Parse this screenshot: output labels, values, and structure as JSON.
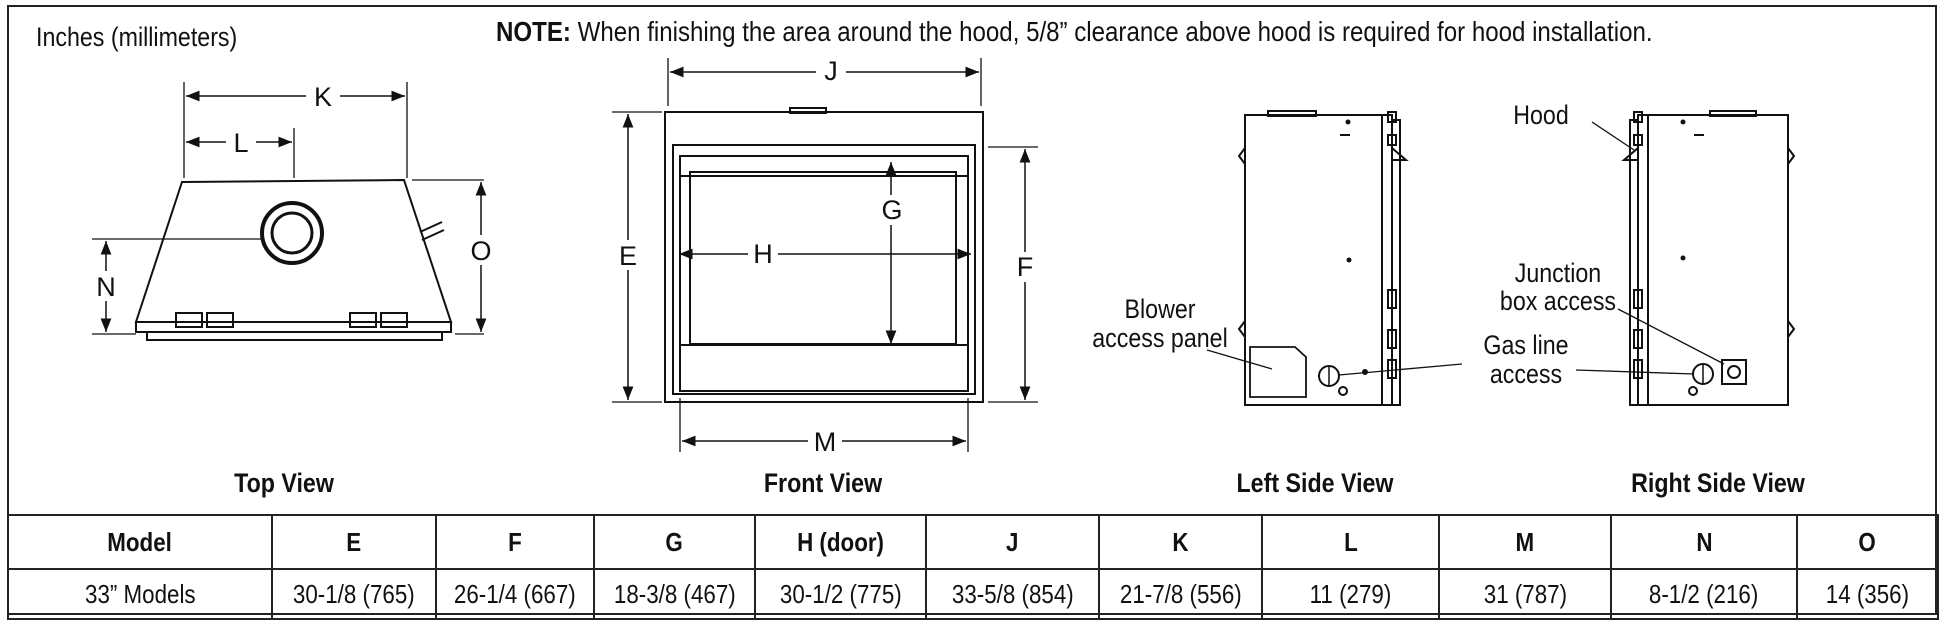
{
  "units_label": "Inches (millimeters)",
  "note": {
    "prefix": "NOTE:",
    "text": " When finishing the area around the hood, 5/8” clearance above hood is required for hood installation."
  },
  "views": [
    {
      "title": "Top View"
    },
    {
      "title": "Front View"
    },
    {
      "title": "Left Side View"
    },
    {
      "title": "Right Side View"
    }
  ],
  "dimension_letters": {
    "top": [
      "K",
      "L",
      "N",
      "O"
    ],
    "front": [
      "J",
      "G",
      "E",
      "H",
      "F",
      "M"
    ]
  },
  "callouts": {
    "blower_line1": "Blower",
    "blower_line2": "access panel",
    "hood": "Hood",
    "junction_line1": "Junction",
    "junction_line2": "box access",
    "gas_line1": "Gas line",
    "gas_line2": "access"
  },
  "table": {
    "headers": [
      "Model",
      "E",
      "F",
      "G",
      "H (door)",
      "J",
      "K",
      "L",
      "M",
      "N",
      "O"
    ],
    "rows": [
      [
        "33” Models",
        "30-1/8 (765)",
        "26-1/4 (667)",
        "18-3/8 (467)",
        "30-1/2 (775)",
        "33-5/8 (854)",
        "21-7/8 (556)",
        "11 (279)",
        "31 (787)",
        "8-1/2 (216)",
        "14 (356)"
      ]
    ]
  }
}
